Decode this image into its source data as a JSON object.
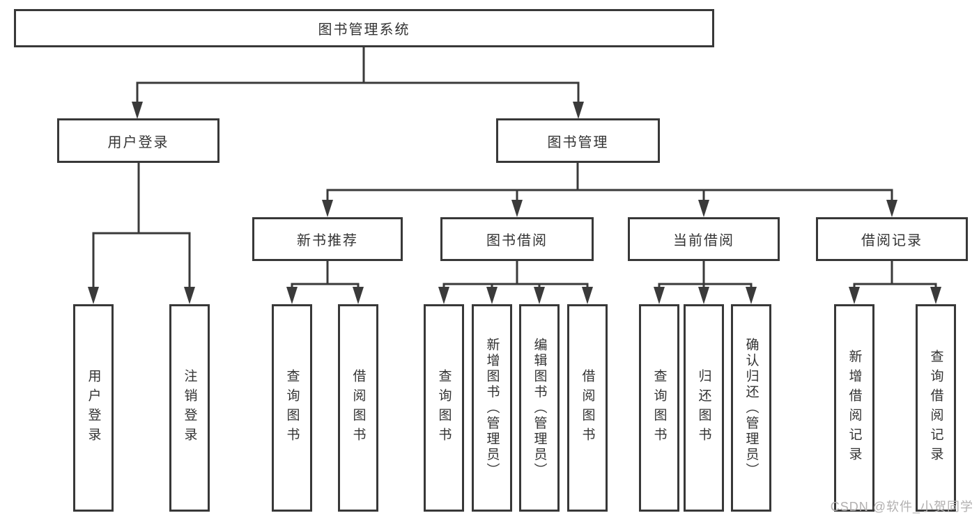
{
  "diagram_type": "hierarchy-tree",
  "colors": {
    "background": "#ffffff",
    "line": "#3a3a3a",
    "box_border": "#383838",
    "text": "#333333",
    "watermark_text": "#b2b0b0"
  },
  "tree": {
    "label": "图书管理系统",
    "children": [
      {
        "label": "用户登录",
        "children": [
          {
            "label": "用户登录"
          },
          {
            "label": "注销登录"
          }
        ]
      },
      {
        "label": "图书管理",
        "children": [
          {
            "label": "新书推荐",
            "children": [
              {
                "label": "查询图书"
              },
              {
                "label": "借阅图书"
              }
            ]
          },
          {
            "label": "图书借阅",
            "children": [
              {
                "label": "查询图书"
              },
              {
                "label": "新增图书（管理员）"
              },
              {
                "label": "编辑图书（管理员）"
              },
              {
                "label": "借阅图书"
              }
            ]
          },
          {
            "label": "当前借阅",
            "children": [
              {
                "label": "查询图书"
              },
              {
                "label": "归还图书"
              },
              {
                "label": "确认归还（管理员）"
              }
            ]
          },
          {
            "label": "借阅记录",
            "children": [
              {
                "label": "新增借阅记录"
              },
              {
                "label": "查询借阅记录"
              }
            ]
          }
        ]
      }
    ]
  },
  "edges": [
    {
      "from": "图书管理系统",
      "to": "用户登录"
    },
    {
      "from": "图书管理系统",
      "to": "图书管理"
    },
    {
      "from": "用户登录",
      "to": "用户登录"
    },
    {
      "from": "用户登录",
      "to": "注销登录"
    },
    {
      "from": "图书管理",
      "to": "新书推荐"
    },
    {
      "from": "图书管理",
      "to": "图书借阅"
    },
    {
      "from": "图书管理",
      "to": "当前借阅"
    },
    {
      "from": "图书管理",
      "to": "借阅记录"
    },
    {
      "from": "新书推荐",
      "to": "查询图书"
    },
    {
      "from": "新书推荐",
      "to": "借阅图书"
    },
    {
      "from": "图书借阅",
      "to": "查询图书"
    },
    {
      "from": "图书借阅",
      "to": "新增图书（管理员）"
    },
    {
      "from": "图书借阅",
      "to": "编辑图书（管理员）"
    },
    {
      "from": "图书借阅",
      "to": "借阅图书"
    },
    {
      "from": "当前借阅",
      "to": "查询图书"
    },
    {
      "from": "当前借阅",
      "to": "归还图书"
    },
    {
      "from": "当前借阅",
      "to": "确认归还（管理员）"
    },
    {
      "from": "借阅记录",
      "to": "新增借阅记录"
    },
    {
      "from": "借阅记录",
      "to": "查询借阅记录"
    }
  ],
  "watermark": {
    "text": "CSDN @软件_小贺同学"
  }
}
